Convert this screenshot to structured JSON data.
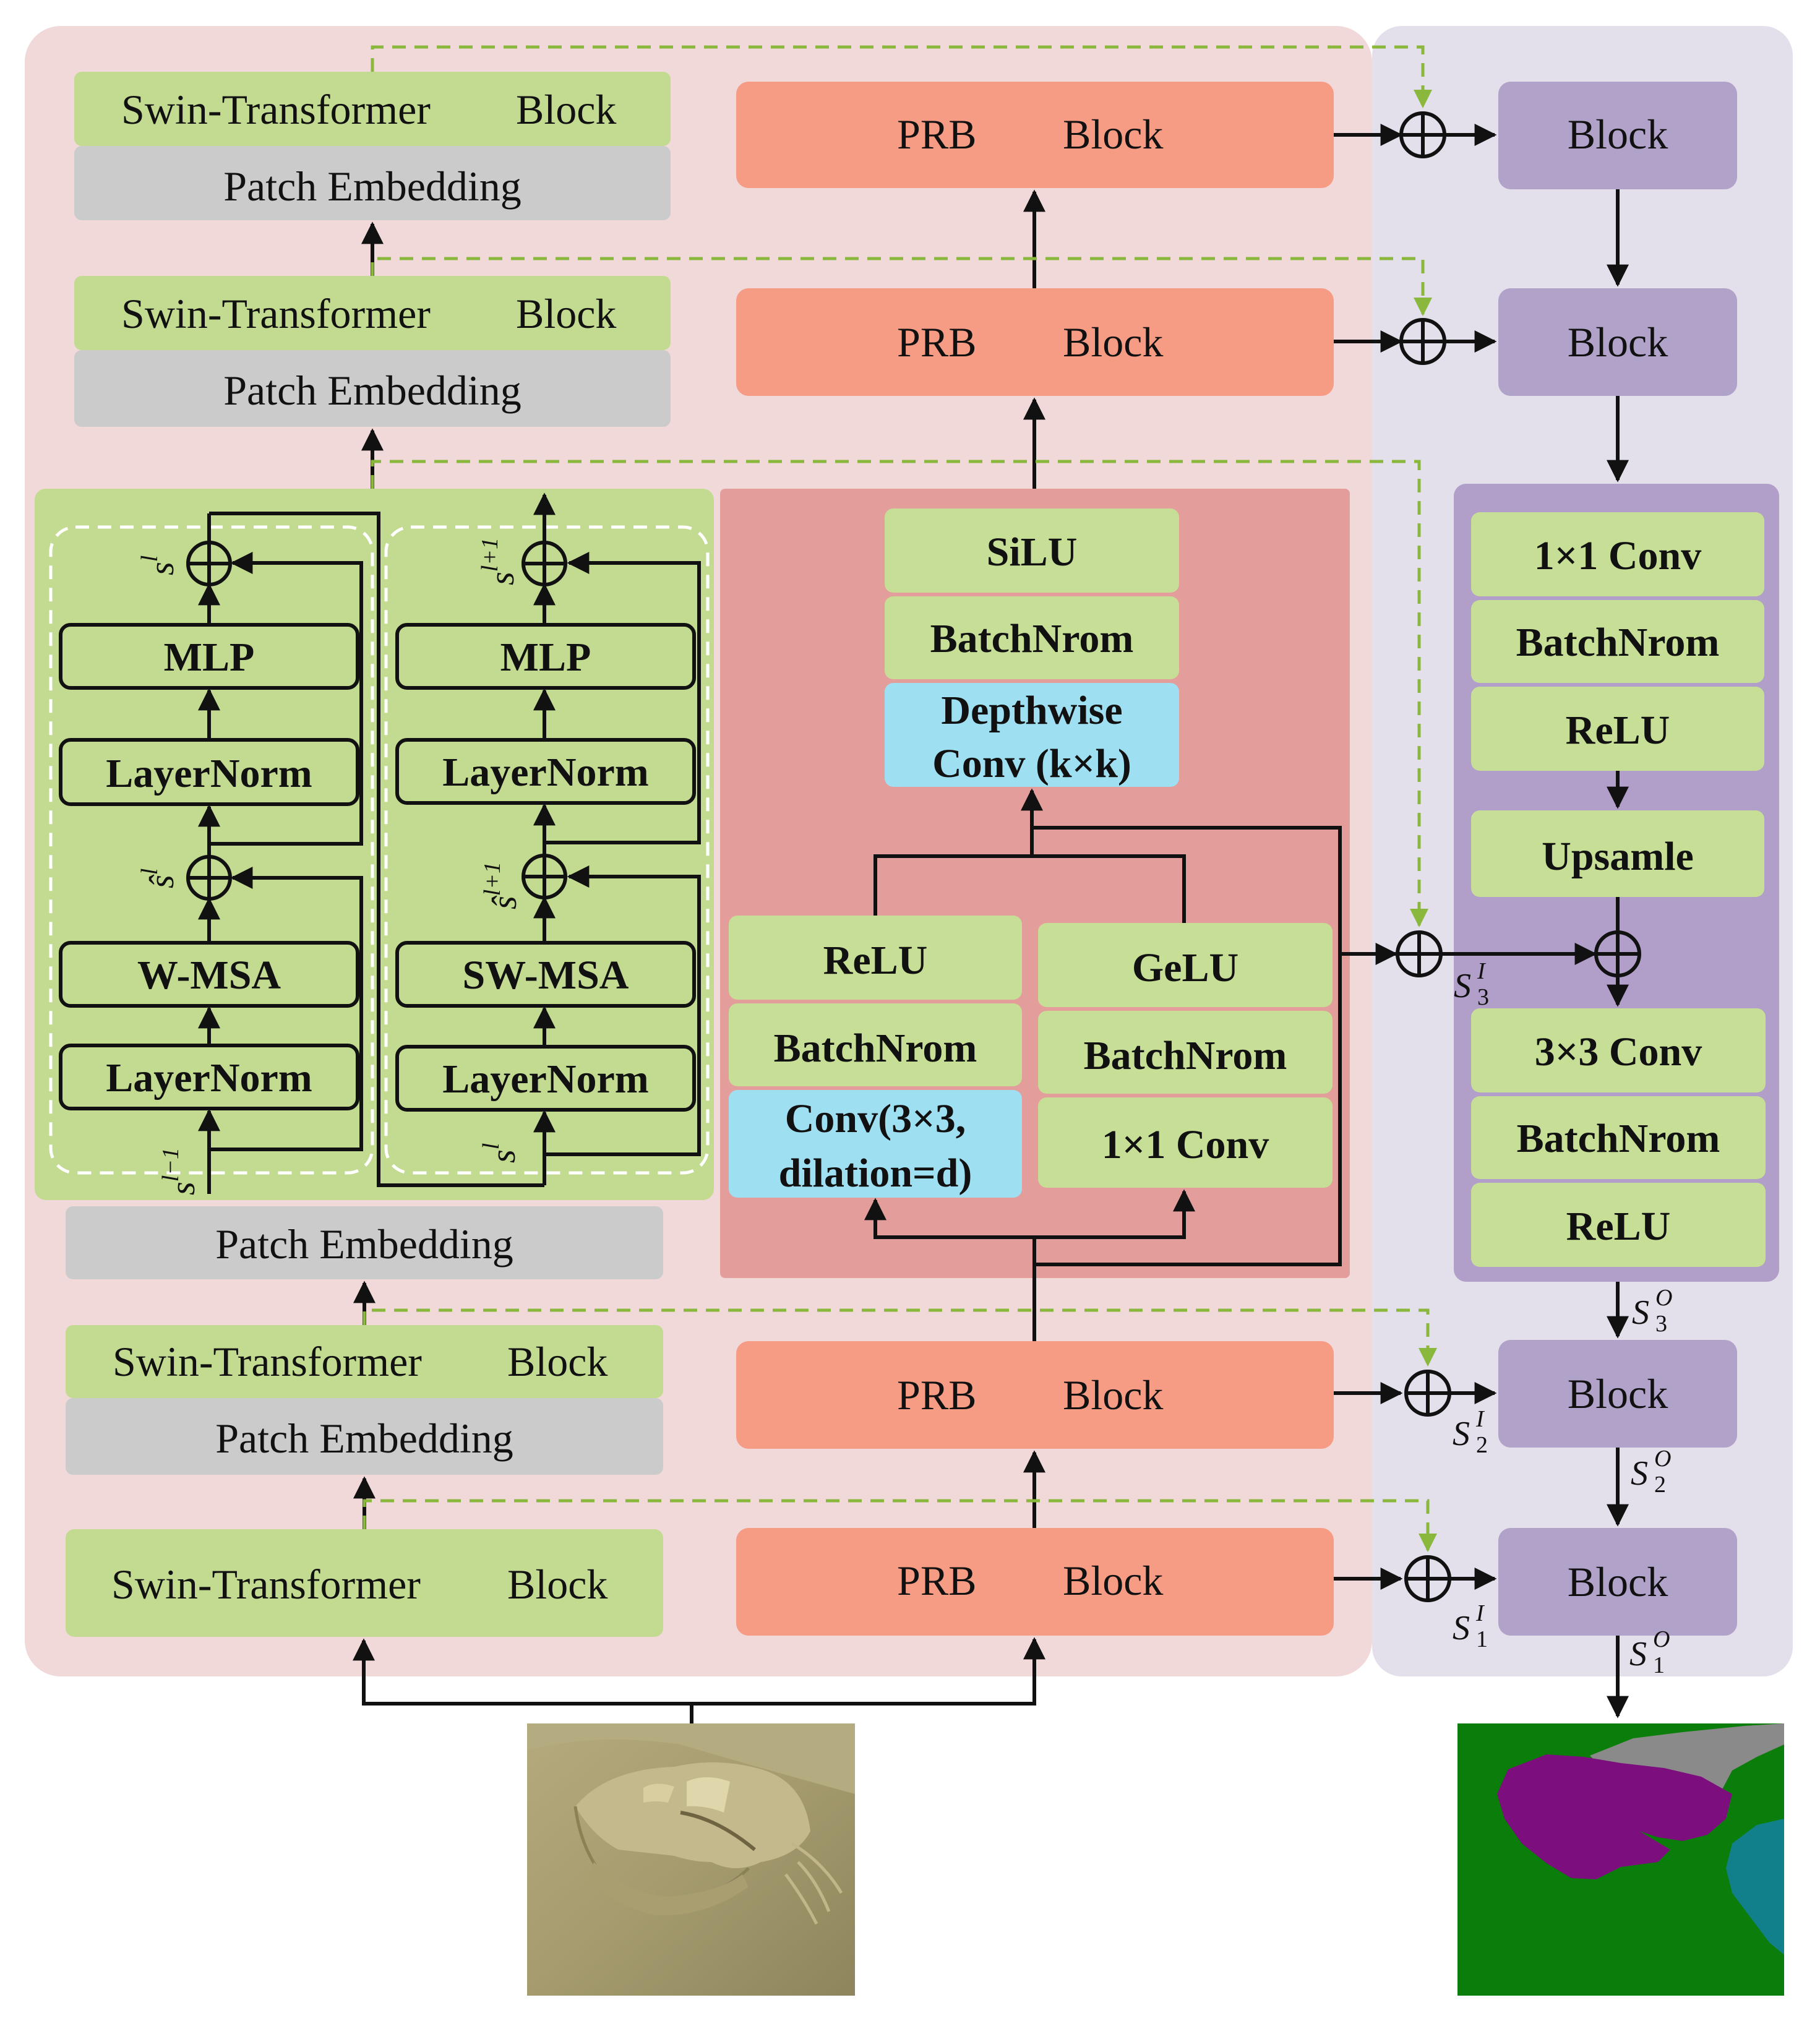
{
  "labels": {
    "swin_block": [
      "Swin-Transformer",
      "Block"
    ],
    "patch_embedding": "Patch Embedding",
    "prb_block": [
      "PRB",
      "Block"
    ],
    "block": "Block"
  },
  "swin_detail": {
    "left": {
      "top_var": "s",
      "top_sup": "l",
      "mid_var": "ŝ",
      "mid_sup": "l",
      "bot_var": "s",
      "bot_sup": "l−1",
      "mlp": "MLP",
      "norm_top": "LayerNorm",
      "attn": "W-MSA",
      "norm_bot": "LayerNorm"
    },
    "right": {
      "top_var": "s",
      "top_sup": "l+1",
      "mid_var": "ŝ",
      "mid_sup": "l+1",
      "bot_var": "s",
      "bot_sup": "l",
      "mlp": "MLP",
      "norm_top": "LayerNorm",
      "attn": "SW-MSA",
      "norm_bot": "LayerNorm"
    }
  },
  "prb_detail": {
    "silu": "SiLU",
    "bn_top": "BatchNrom",
    "depthwise": [
      "Depthwise",
      "Conv (k×k)"
    ],
    "left_branch": {
      "relu": "ReLU",
      "bn": "BatchNrom",
      "conv": [
        "Conv(3×3,",
        "dilation=d)"
      ]
    },
    "right_branch": {
      "gelu": "GeLU",
      "bn": "BatchNrom",
      "conv": "1×1 Conv"
    }
  },
  "decoder_detail": {
    "conv1": "1×1 Conv",
    "bn1": "BatchNrom",
    "relu1": "ReLU",
    "upsample": "Upsamle",
    "conv3": "3×3 Conv",
    "bn2": "BatchNrom",
    "relu2": "ReLU"
  },
  "signals": {
    "s3i": {
      "v": "S",
      "sup": "I",
      "sub": "3"
    },
    "s3o": {
      "v": "S",
      "sup": "O",
      "sub": "3"
    },
    "s2i": {
      "v": "S",
      "sup": "I",
      "sub": "2"
    },
    "s2o": {
      "v": "S",
      "sup": "O",
      "sub": "2"
    },
    "s1i": {
      "v": "S",
      "sup": "I",
      "sub": "1"
    },
    "s1o": {
      "v": "S",
      "sup": "O",
      "sub": "1"
    }
  },
  "colors": {
    "encoder_bg": "#f2d9d9",
    "decoder_bg": "#e3dfeb",
    "swin_green": "#c3da91",
    "patch_gray": "#cbcbcb",
    "prb_salmon": "#f79c84",
    "prb_detail_bg": "#e39e9c",
    "light_green": "#c6de95",
    "cyan": "#9edff2",
    "purple_block": "#b1a2c9",
    "purple_panel": "#b19fc9",
    "dashed_green": "#8ab83c",
    "segment_green": "#0b7d0b",
    "segment_purple": "#7d0e7d",
    "segment_gray": "#8a8a8a",
    "segment_teal": "#11808a"
  }
}
